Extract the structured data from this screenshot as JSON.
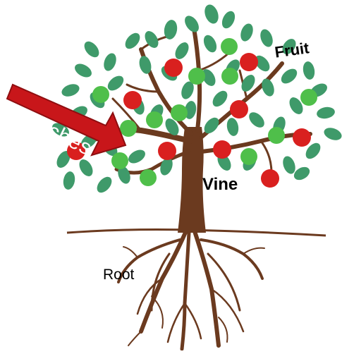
{
  "labels": {
    "fruit": "Fruit",
    "vine": "Vine",
    "root": "Root",
    "branches": "Branches"
  },
  "colors": {
    "trunk": "#6b3a1f",
    "leaf": "#3f9a6a",
    "leaf_dark": "#2f7d54",
    "apple_red": "#d9201f",
    "apple_green": "#4fbf4a",
    "arrow": "#c8161a",
    "ground": "#6b3a1f"
  }
}
